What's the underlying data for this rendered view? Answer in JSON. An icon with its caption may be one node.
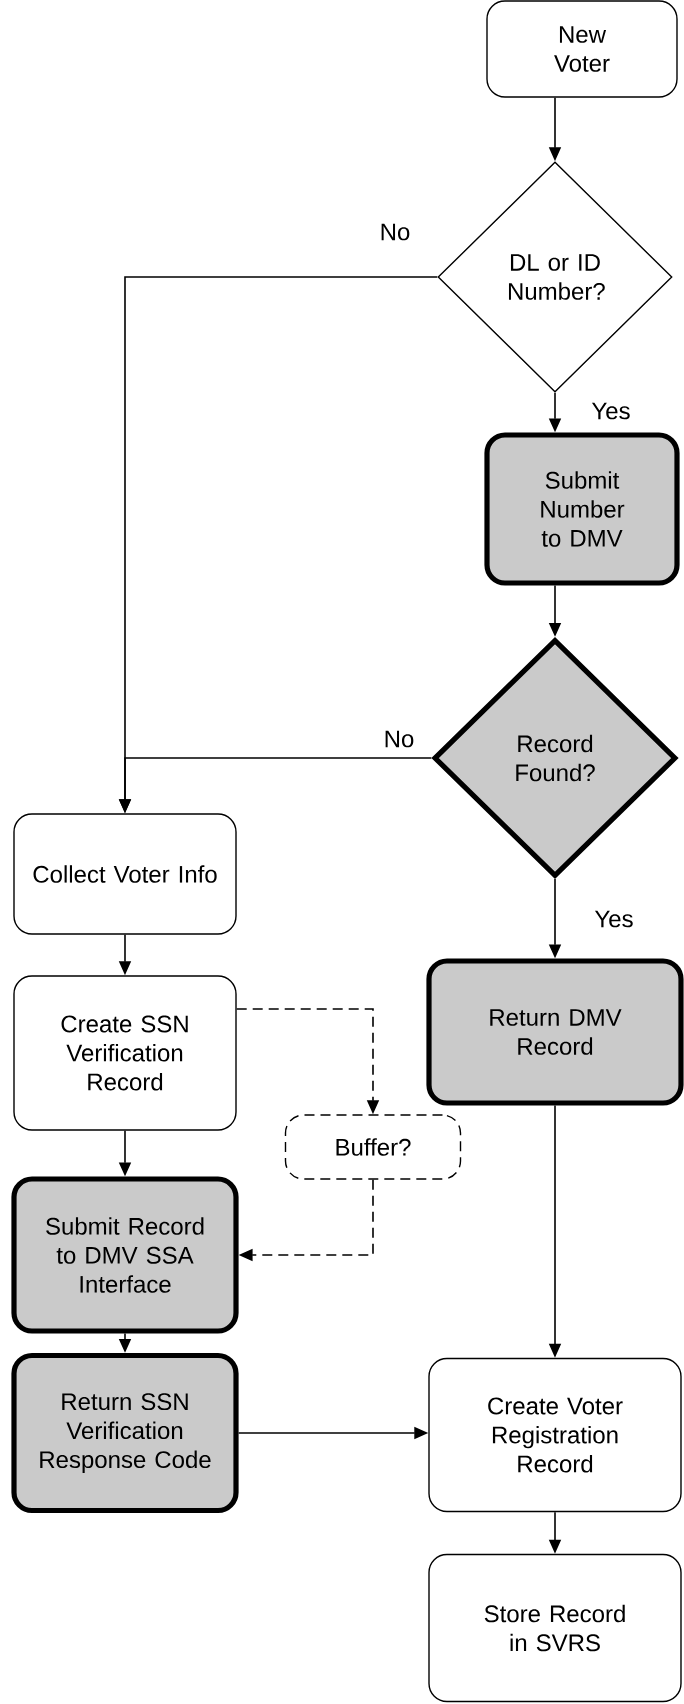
{
  "diagram": {
    "nodes": [
      {
        "text": [
          "New Voter"
        ]
      },
      {
        "text": [
          "DL or ID Number?"
        ]
      },
      {
        "text": [
          "Submit Number to DMV"
        ]
      },
      {
        "text": [
          "Record Found?"
        ]
      },
      {
        "text": [
          "Collect Voter Info"
        ]
      },
      {
        "text": [
          "Create SSN Verification Record"
        ]
      },
      {
        "text": [
          "Buffer?"
        ]
      },
      {
        "text": [
          "Submit Record to DMV SSA Interface"
        ]
      },
      {
        "text": [
          "Return SSN Verification Response Code"
        ]
      },
      {
        "text": [
          "Return DMV Record"
        ]
      },
      {
        "text": [
          "Create Voter Registration Record"
        ]
      },
      {
        "text": [
          "Store Record in SVRS"
        ]
      }
    ],
    "edges": [
      {
        "from": 0,
        "to": 1,
        "arrow": "to"
      },
      {
        "from": 1,
        "to": 2,
        "arrow": "to",
        "label": "Yes"
      },
      {
        "from": 1,
        "to": 4,
        "arrow": "to",
        "label": "No"
      },
      {
        "from": 2,
        "to": 3,
        "arrow": "to"
      },
      {
        "from": 3,
        "to": 4,
        "arrow": "to",
        "label": "No"
      },
      {
        "from": 3,
        "to": 9,
        "arrow": "to",
        "label": "Yes"
      },
      {
        "from": 4,
        "to": 5,
        "arrow": "to"
      },
      {
        "from": 5,
        "to": 7,
        "arrow": "to"
      },
      {
        "from": 5,
        "to": 6,
        "arrow": "to",
        "style": "dashed"
      },
      {
        "from": 6,
        "to": 7,
        "arrow": "to",
        "style": "dashed"
      },
      {
        "from": 7,
        "to": 8,
        "arrow": "to"
      },
      {
        "from": 8,
        "to": 10,
        "arrow": "to"
      },
      {
        "from": 9,
        "to": 10,
        "arrow": "to"
      },
      {
        "from": 10,
        "to": 11,
        "arrow": "to"
      }
    ]
  }
}
